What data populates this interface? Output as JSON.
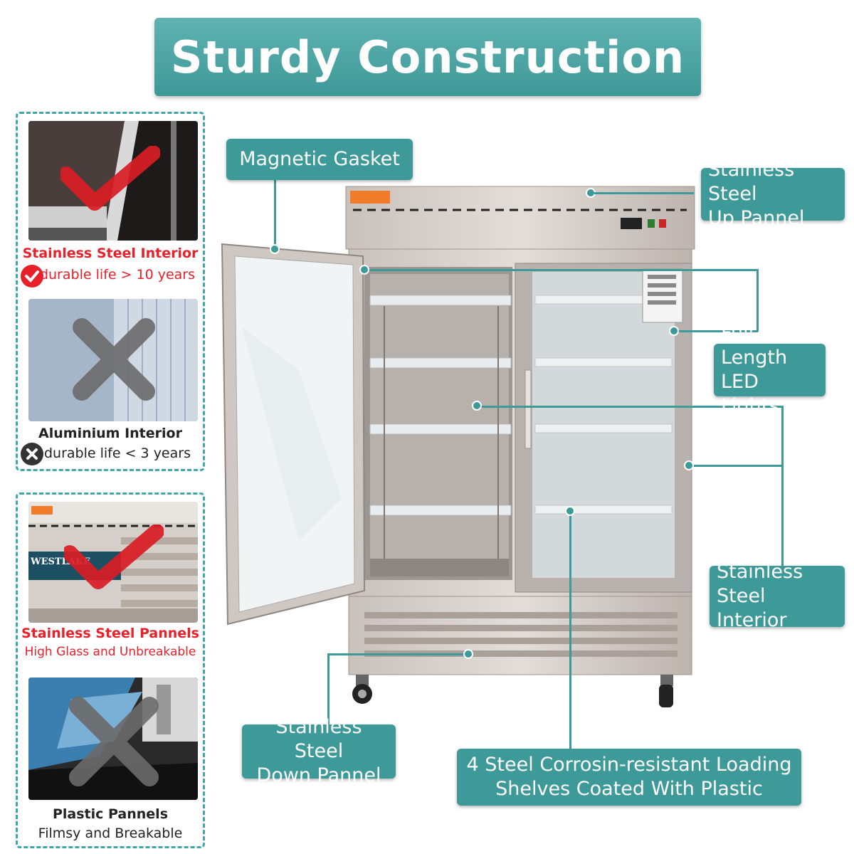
{
  "title": "Sturdy Construction",
  "comparisons": [
    {
      "title": "Stainless Steel Interior",
      "subtitle": "durable life > 10 years",
      "verdict": "good"
    },
    {
      "title": "Aluminium Interior",
      "subtitle": "durable life < 3 years",
      "verdict": "bad"
    },
    {
      "title": "Stainless Steel Pannels",
      "subtitle": "High Glass and Unbreakable",
      "verdict": "good"
    },
    {
      "title": "Plastic Pannels",
      "subtitle": "Filmsy and Breakable",
      "verdict": "bad"
    }
  ],
  "labels": {
    "magnetic_gasket": "Magnetic Gasket",
    "up_pannel": [
      "Stainless Steel",
      "Up Pannel"
    ],
    "led_lights": [
      "Full Length",
      "LED Lights"
    ],
    "steel_interior": [
      "Stainless",
      "Steel Interior"
    ],
    "down_pannel": [
      "Stainless Steel",
      "Down Pannel"
    ],
    "shelves": [
      "4 Steel Corrosin-resistant Loading",
      "Shelves Coated With Plastic"
    ]
  },
  "brand_text": "WESTLAKE",
  "colors": {
    "accent": "#3e9a99",
    "good": "#e8202a",
    "bad": "#555555"
  }
}
